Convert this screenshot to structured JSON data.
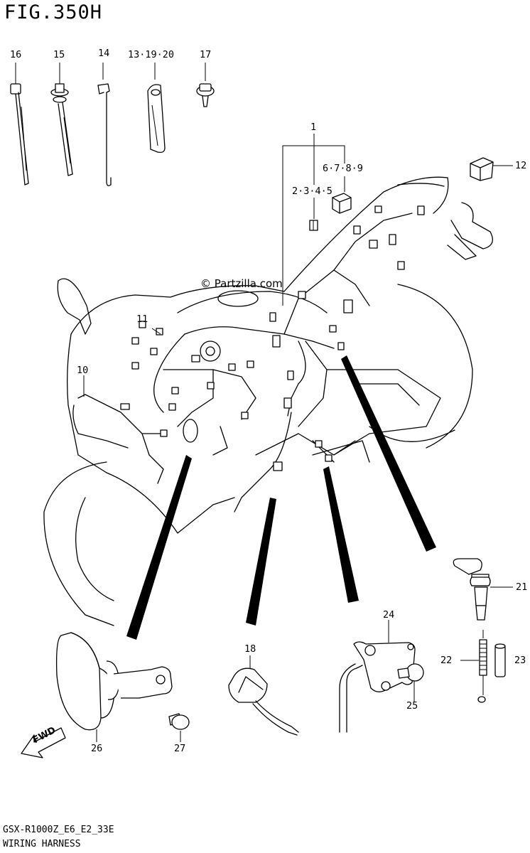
{
  "figure": {
    "title": "FIG.350H",
    "model_line": "GSX-R1000Z_E6_E2_33E",
    "section_title": "WIRING HARNESS",
    "watermark": "© Partzilla.com",
    "fwd_label": "FWD"
  },
  "callouts": {
    "c1": "1",
    "c2345": "2·3·4·5",
    "c6789": "6·7·8·9",
    "c10": "10",
    "c11": "11",
    "c12": "12",
    "c13": "13·19·20",
    "c14": "14",
    "c15": "15",
    "c16": "16",
    "c17": "17",
    "c18": "18",
    "c21": "21",
    "c22": "22",
    "c23": "23",
    "c24": "24",
    "c25": "25",
    "c26": "26",
    "c27": "27"
  }
}
